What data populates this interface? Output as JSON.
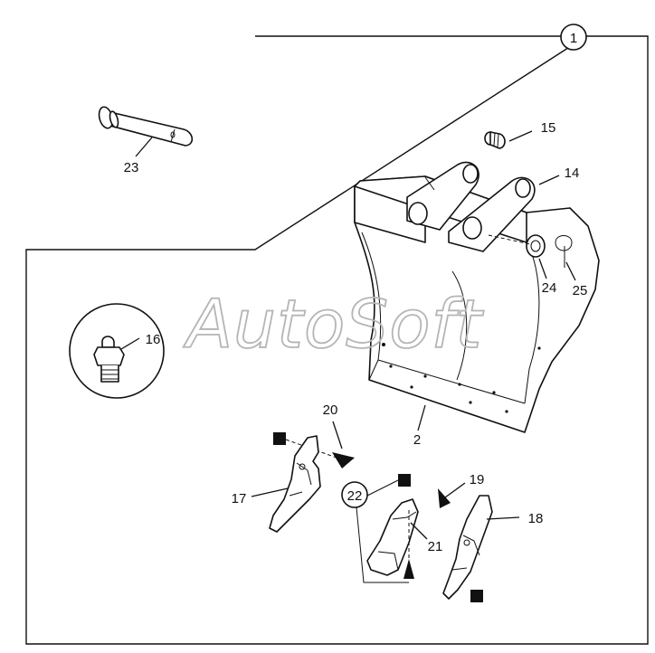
{
  "watermark": "AutoSoft",
  "diagram": {
    "main_ref": "1",
    "parts": {
      "p2": "2",
      "p14": "14",
      "p15": "15",
      "p16": "16",
      "p17": "17",
      "p18": "18",
      "p19": "19",
      "p20": "20",
      "p21": "21",
      "p22": "22",
      "p23": "23",
      "p24": "24",
      "p25": "25"
    }
  }
}
